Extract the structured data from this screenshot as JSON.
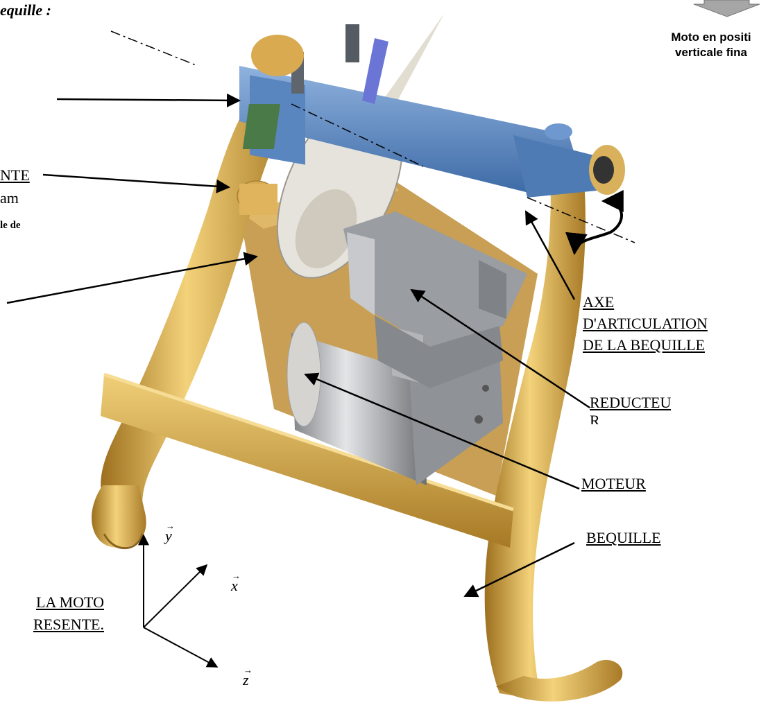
{
  "header": {
    "title_fragment": "equille :"
  },
  "side_note": {
    "line1": "Moto en positi",
    "line2": "verticale fina"
  },
  "labels": {
    "support_partial": "NTE",
    "support_sub": "am",
    "support_sub2": "le de",
    "axe_line1": "AXE",
    "axe_line2": "D'ARTICULATION",
    "axe_line3": "DE LA BEQUILLE",
    "reducteur_line1": "REDUCTEU",
    "reducteur_line2": "R",
    "moteur": "MOTEUR",
    "bequille": "BEQUILLE",
    "moto_line1": "LA MOTO",
    "moto_line2": "RESENTE."
  },
  "axes": {
    "y": "y",
    "x": "x",
    "z": "z"
  },
  "colors": {
    "frame_gold": "#d9a94a",
    "link_blue": "#5b86bf",
    "motor_grey": "#b9bcc0",
    "plate": "#c9a35e"
  }
}
